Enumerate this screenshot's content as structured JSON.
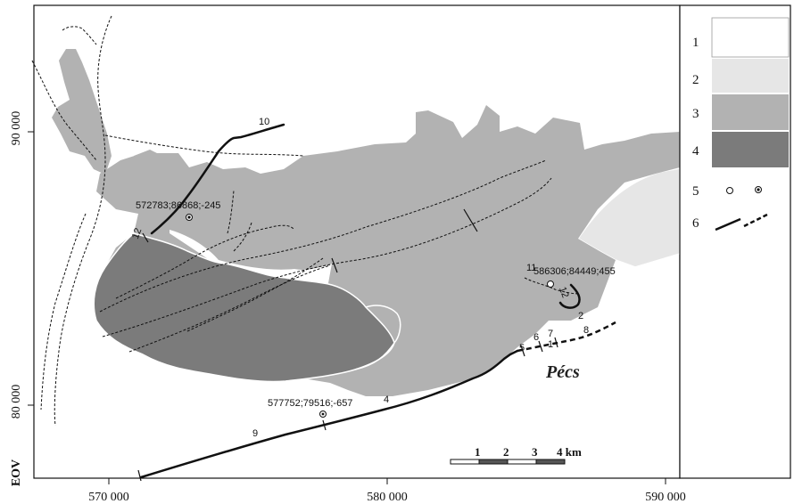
{
  "axis": {
    "label": "EOV",
    "x_ticks": [
      "570 000",
      "580 000",
      "590 000"
    ],
    "y_ticks": [
      "90 000",
      "80 000"
    ]
  },
  "city": "Pécs",
  "points": [
    {
      "label": "572783;86868;-245"
    },
    {
      "label": "586306;84449;455"
    },
    {
      "label": "577752;79516;-657"
    }
  ],
  "line_numbers": [
    "1",
    "2",
    "4",
    "5",
    "6",
    "7",
    "8",
    "9",
    "10",
    "11",
    "12",
    "12"
  ],
  "legend": {
    "items": [
      "1",
      "2",
      "3",
      "4",
      "5",
      "6"
    ]
  },
  "scale_bar": {
    "labels": [
      "1",
      "2",
      "3",
      "4 km"
    ]
  },
  "colors": {
    "class1": "#ffffff",
    "class2": "#e6e6e6",
    "class3": "#b2b2b2",
    "class4": "#7b7b7b",
    "frame": "#111111"
  }
}
